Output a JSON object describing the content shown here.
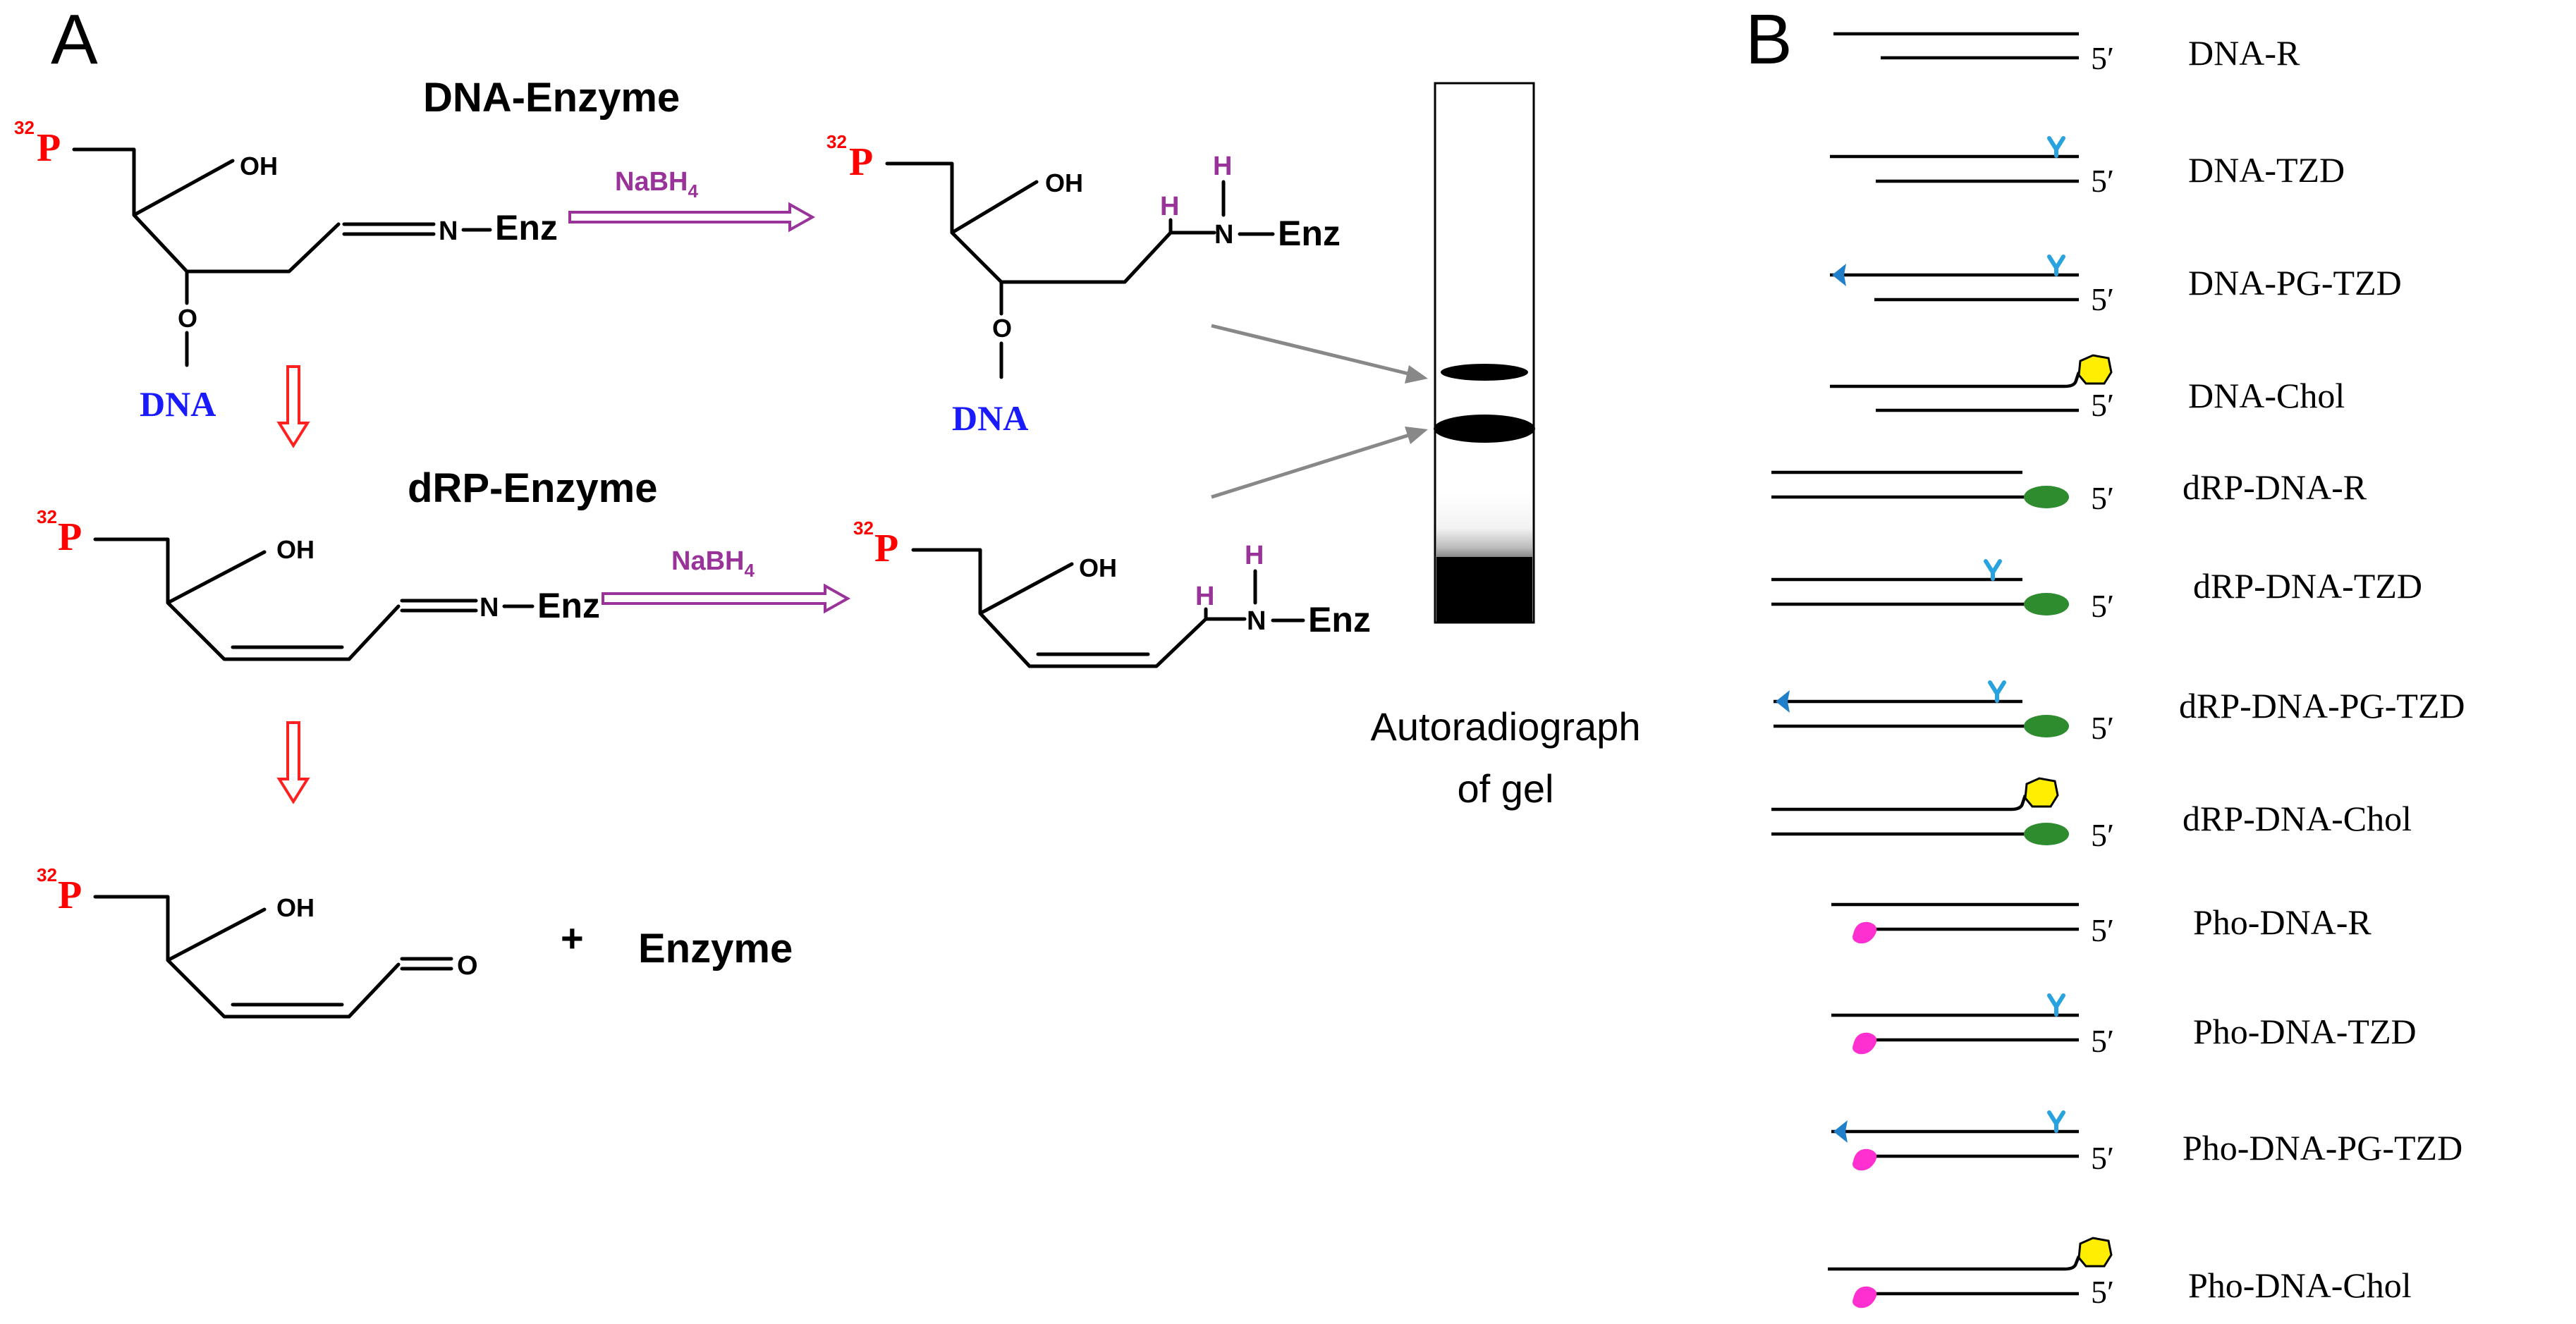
{
  "panel_a": {
    "label": "A",
    "titles": {
      "dna_enzyme": "DNA-Enzyme",
      "drp_enzyme": "dRP-Enzyme"
    },
    "atoms": {
      "p32_sup": "32",
      "p": "P",
      "oh": "OH",
      "o": "O",
      "dna": "DNA",
      "enz": "Enz",
      "n": "N",
      "h": "H",
      "o_aldehyde": "O",
      "plus": "+",
      "enzyme": "Enzyme"
    },
    "reagent": {
      "nabh": "NaBH",
      "sub": "4"
    },
    "gel_caption": {
      "line1": "Autoradiograph",
      "line2": "of gel"
    }
  },
  "panel_b": {
    "label": "B",
    "five_prime": "5′",
    "constructs": [
      "DNA-R",
      "DNA-TZD",
      "DNA-PG-TZD",
      "DNA-Chol",
      "dRP-DNA-R",
      "dRP-DNA-TZD",
      "dRP-DNA-PG-TZD",
      "dRP-DNA-Chol",
      "Pho-DNA-R",
      "Pho-DNA-TZD",
      "Pho-DNA-PG-TZD",
      "Pho-DNA-Chol"
    ]
  },
  "colors": {
    "p32": "#ff0000",
    "dna": "#1a1aff",
    "nabh4": "#993399",
    "red_arrow": "#ff2020",
    "tzd": "#29a3e0",
    "pg": "#1f7fc9",
    "drp": "#2e8b2e",
    "chol": "#ffee00",
    "pho": "#ff2fd0"
  }
}
